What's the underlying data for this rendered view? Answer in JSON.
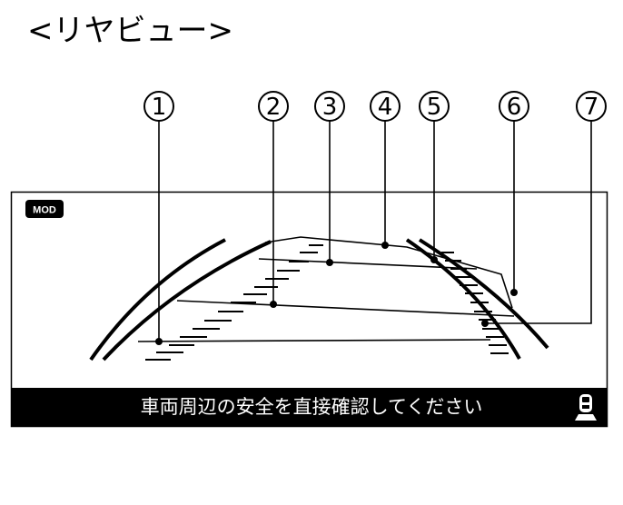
{
  "page_title": "<リヤビュー>",
  "screen": {
    "mode_badge": "MOD",
    "caution_text": "車両周辺の安全を直接確認してください",
    "status_icon": "camera-view-car-icon"
  },
  "callouts": [
    {
      "number": "1"
    },
    {
      "number": "2"
    },
    {
      "number": "3"
    },
    {
      "number": "4"
    },
    {
      "number": "5"
    },
    {
      "number": "6"
    },
    {
      "number": "7"
    }
  ],
  "colors": {
    "line": "#000000",
    "caution_bar": "#000000",
    "background": "#ffffff"
  }
}
